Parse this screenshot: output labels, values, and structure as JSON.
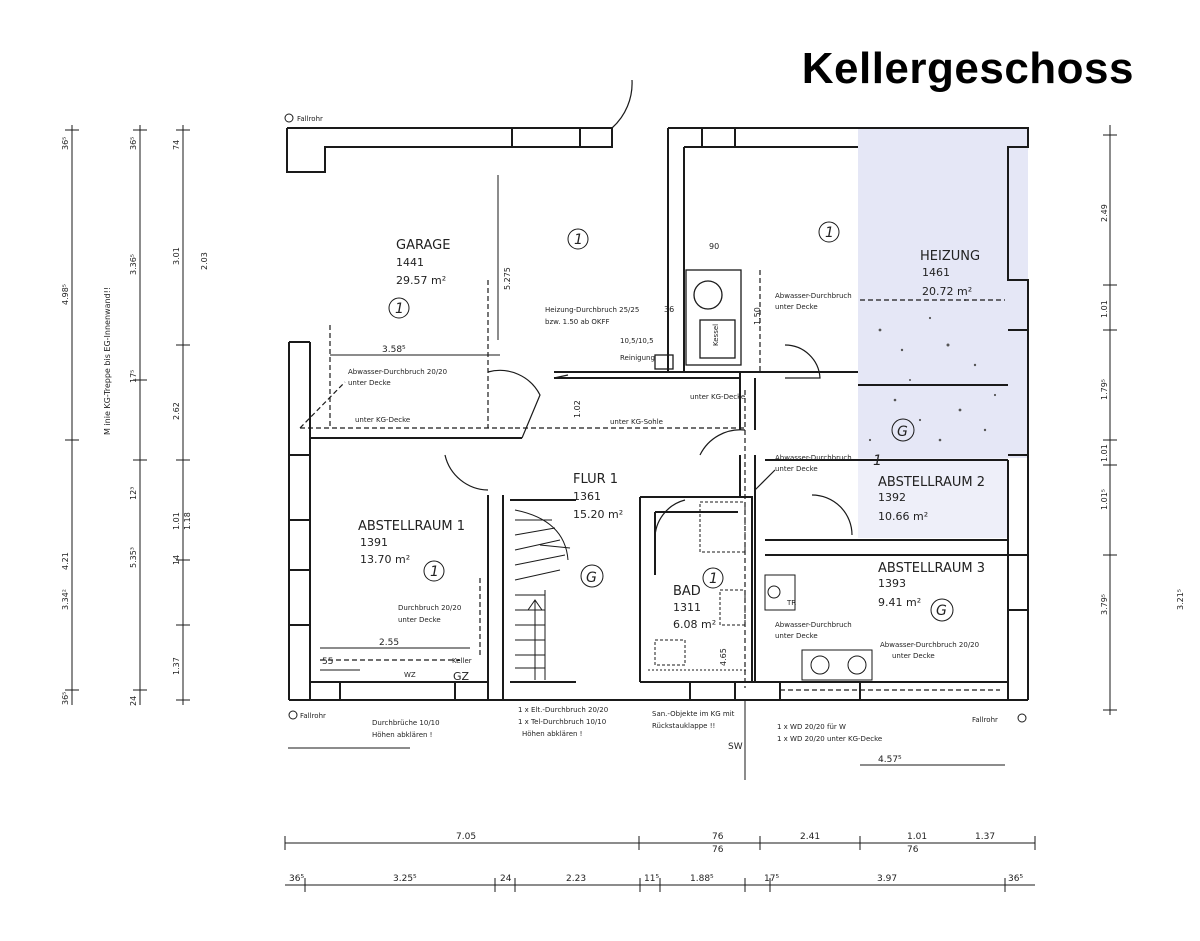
{
  "title": "Kellergeschoss",
  "rooms": {
    "garage": {
      "name": "GARAGE",
      "number": "1441",
      "area": "29.57 m²",
      "floor_marker": "1"
    },
    "heizung": {
      "name": "HEIZUNG",
      "number": "1461",
      "area": "20.72 m²",
      "floor_marker": "G"
    },
    "flur": {
      "name": "FLUR 1",
      "number": "1361",
      "area": "15.20 m²",
      "floor_marker": "G"
    },
    "abstellraum1": {
      "name": "ABSTELLRAUM 1",
      "number": "1391",
      "area": "13.70 m²",
      "floor_marker": "1"
    },
    "bad": {
      "name": "BAD",
      "number": "1311",
      "area": "6.08 m²",
      "floor_marker": "1"
    },
    "abstellraum2": {
      "name": "ABSTELLRAUM 2",
      "number": "1392",
      "area": "10.66 m²"
    },
    "abstellraum3": {
      "name": "ABSTELLRAUM 3",
      "number": "1393",
      "area": "9.41 m²",
      "floor_marker": "G"
    }
  },
  "markers": {
    "m1": "1",
    "m2": "1",
    "m3": "1"
  },
  "annotations": {
    "fallrohr_top": "Fallrohr",
    "fallrohr_left": "Fallrohr",
    "fallrohr_right": "Fallrohr",
    "heizung_durchbruch": "Heizung-Durchbruch 25/25",
    "heizung_durchbruch_sub": "bzw. 1.50 ab OKFF",
    "reinigung": "Reinigung",
    "reinigung_size": "10,5/10,5",
    "abwasser_garage": "Abwasser-Durchbruch 20/20",
    "unter_decke_1": "unter Decke",
    "unter_kg_decke": "unter KG-Decke",
    "unter_kg_sohle": "unter KG-Sohle",
    "abwasser_top": "Abwasser-Durchbruch",
    "unter_decke_2": "unter Decke",
    "abwasser_flur": "Abwasser-Durchbruch",
    "unter_decke_3": "unter Decke",
    "durchbruch_abst1": "Durchbruch 20/20",
    "unter_decke_4": "unter Decke",
    "abwasser_bad": "Abwasser-Durchbruch",
    "unter_decke_5": "unter Decke",
    "abwasser_abst3": "Abwasser-Durchbruch 20/20",
    "unter_decke_6": "unter Decke",
    "durchbruche": "Durchbrüche 10/10",
    "hohen_abklaren": "Höhen abklären !",
    "elt": "1 x Elt.-Durchbruch 20/20",
    "tel": "1 x Tel-Durchbruch 10/10",
    "hohen_abklaren_2": "Höhen abklären !",
    "san_objekte": "San.-Objekte im KG mit",
    "ruckstauklappe": "Rückstauklappe !!",
    "wd1": "1 x WD 20/20 für W",
    "wd2": "1 x WD 20/20 unter KG-Decke",
    "unter_kg_decke_2": "unter KG-Decke",
    "keller": "Keller",
    "gz": "GZ",
    "wz": "WZ",
    "sw": "SW",
    "kessel": "Kessel",
    "tr": "TR",
    "vertical_note": "M  inie KG-Treppe bis EG-Innenwand!!"
  },
  "dimensions": {
    "bottom_row1": [
      "7.05",
      "76",
      "2.41",
      "1.01",
      "1.37"
    ],
    "bottom_row1_sub": [
      "76",
      "76"
    ],
    "bottom_row2": [
      "36⁵",
      "3.25⁵",
      "24",
      "2.23",
      "11⁵",
      "1.88⁵",
      "17⁵",
      "3.97",
      "36⁵"
    ],
    "inner": [
      "3.58⁵",
      "5.275",
      "90",
      "36",
      "1.50",
      "1.02",
      "2.55",
      "55",
      "4.57⁵",
      "1.01",
      "4.65"
    ],
    "left_col1": [
      "36⁵",
      "4.98⁵",
      "4.21",
      "3.34²",
      "36⁵"
    ],
    "left_col2": [
      "36⁵",
      "3.36⁵",
      "17⁵",
      "12³",
      "5.35³",
      "24"
    ],
    "left_col3": [
      "74",
      "3.01",
      "2.62",
      "1.01",
      "1.18",
      "1.37"
    ],
    "left_col3b": [
      "2.03",
      "14"
    ],
    "right_col": [
      "2.49",
      "1.01",
      "1.79⁵",
      "1.01",
      "1.01⁵",
      "3.79⁵",
      "3.21⁵"
    ]
  },
  "colors": {
    "line": "#1a1a1a",
    "heizung_tint": "#c7cbe9",
    "paper": "#ffffff"
  }
}
